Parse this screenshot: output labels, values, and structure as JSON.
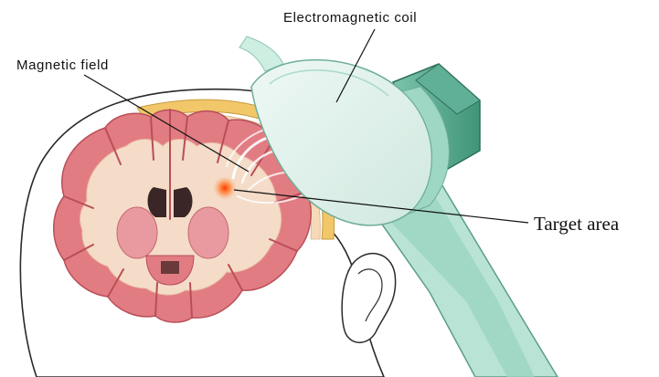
{
  "labels": {
    "coil": "Electromagnetic coil",
    "field": "Magnetic field",
    "target": "Target area"
  },
  "colors": {
    "coil_face": "#dff0ea",
    "coil_body": "#8fd0bb",
    "coil_dark": "#3f9478",
    "cortex": "#e27c83",
    "white_matter": "#f4dcc8",
    "skull": "#f1c76a",
    "target": "#ff5a1e"
  }
}
